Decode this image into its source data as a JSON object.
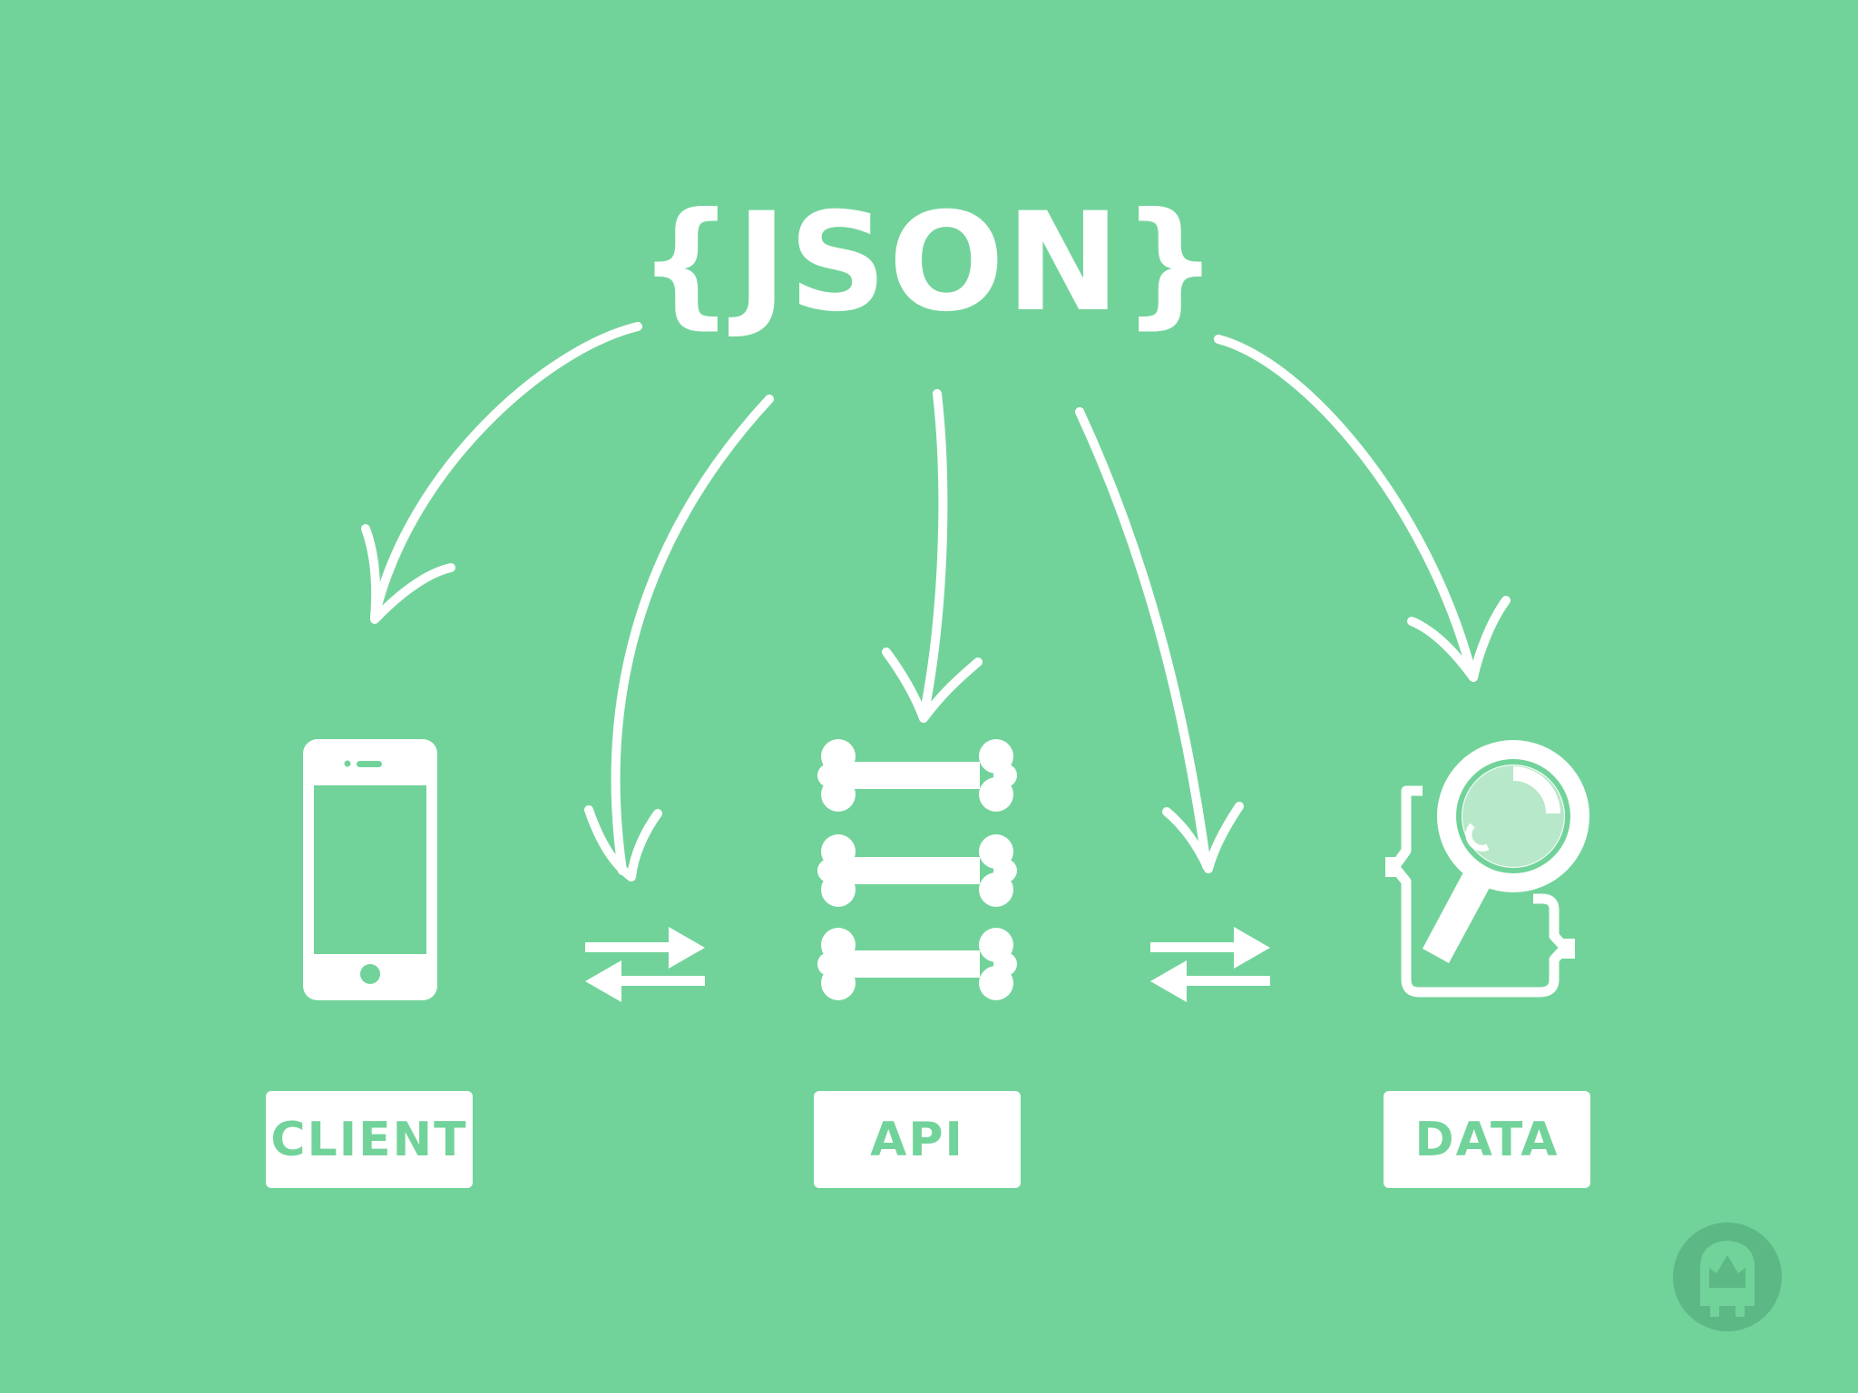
{
  "title": "{JSON}",
  "labels": {
    "client": "CLIENT",
    "api": "API",
    "data": "DATA"
  },
  "icons": {
    "client": "smartphone-icon",
    "api": "bone-stack-icon",
    "data": "json-magnifier-icon",
    "exchange_left": "bidirectional-arrows-icon",
    "exchange_right": "bidirectional-arrows-icon",
    "logo": "ghost-crown-logo-icon"
  },
  "colors": {
    "background": "#72d39a",
    "foreground": "#ffffff",
    "lens": "#b7e8c9",
    "logo": "#5cb884"
  }
}
